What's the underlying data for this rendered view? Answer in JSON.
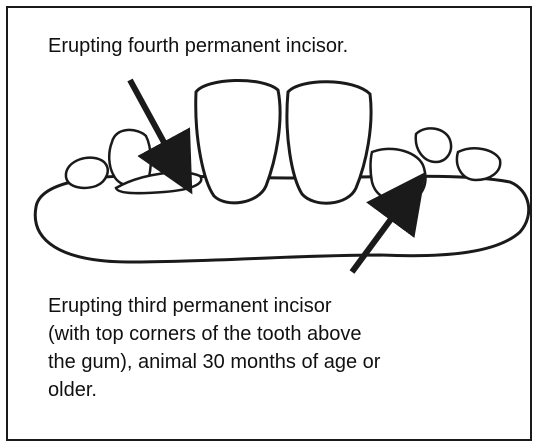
{
  "diagram": {
    "top_label": "Erupting fourth permanent incisor.",
    "bottom_label_lines": [
      "Erupting third permanent incisor",
      "(with top corners of the tooth above",
      "the gum), animal 30 months of age or",
      "older."
    ],
    "stroke_color": "#1a1a1a",
    "background_color": "#ffffff"
  }
}
